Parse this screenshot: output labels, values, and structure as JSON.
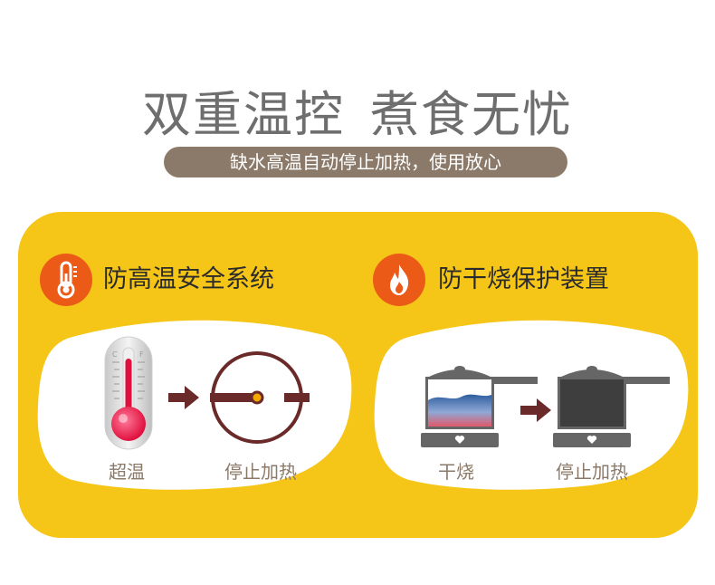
{
  "headline": {
    "part1": "双重温控",
    "part2": "煮食无忧"
  },
  "subtitle": "缺水高温自动停止加热，使用放心",
  "features": [
    {
      "icon": "thermometer-icon",
      "title": "防高温安全系统",
      "captions": {
        "before": "超温",
        "after": "停止加热"
      },
      "thermometer_labels": {
        "c": "C",
        "f": "F"
      }
    },
    {
      "icon": "flame-icon",
      "title": "防干烧保护装置",
      "captions": {
        "before": "干烧",
        "after": "停止加热"
      }
    }
  ],
  "colors": {
    "panel": "#f5c518",
    "accent_orange": "#ec5a18",
    "pill": "#8b7a69",
    "arrow": "#6b2a2a",
    "pot": "#666666",
    "water_blue": "#2f5e9e",
    "water_red": "#e05a6a"
  }
}
